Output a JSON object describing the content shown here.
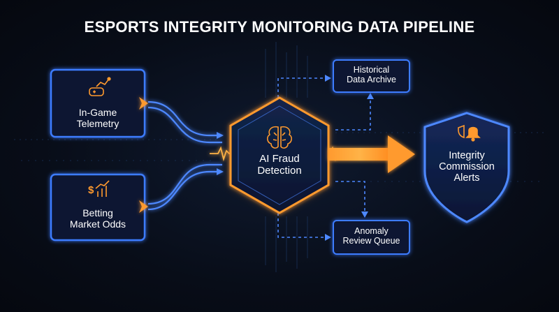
{
  "title": "ESPORTS INTEGRITY MONITORING DATA PIPELINE",
  "colors": {
    "blue_glow": "#3d7bff",
    "orange_glow": "#ff9a2e",
    "panel": "#0c1730",
    "background": "#070b14"
  },
  "nodes": {
    "telemetry": {
      "line1": "In-Game",
      "line2": "Telemetry",
      "icon": "gamepad-chart-icon"
    },
    "odds": {
      "line1": "Betting",
      "line2": "Market Odds",
      "icon": "dollar-chart-icon"
    },
    "ai": {
      "line1": "AI Fraud",
      "line2": "Detection",
      "icon": "brain-icon"
    },
    "archive": {
      "line1": "Historical",
      "line2": "Data Archive"
    },
    "review": {
      "line1": "Anomaly",
      "line2": "Review Queue"
    },
    "alerts": {
      "line1": "Integrity",
      "line2": "Commission",
      "line3": "Alerts",
      "icon": "shield-bell-icon"
    }
  }
}
